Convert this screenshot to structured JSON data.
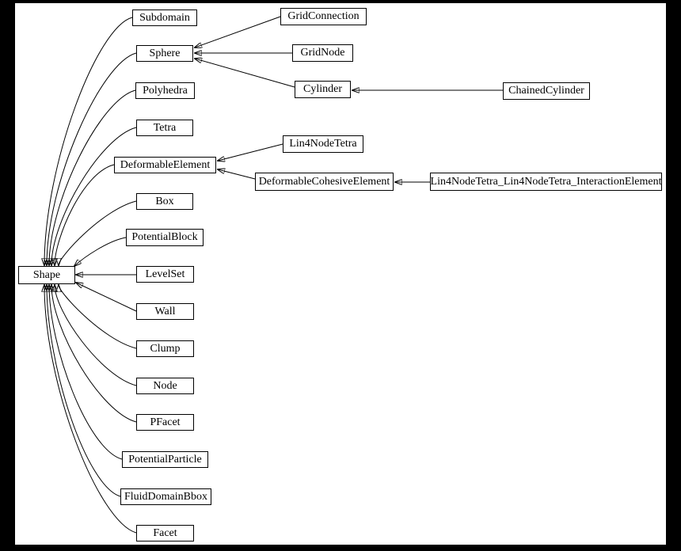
{
  "diagram": {
    "kind": "class-inheritance-graph",
    "colors": {
      "page_background": "#000000",
      "canvas_background": "#ffffff",
      "node_border": "#000000",
      "node_fill": "#ffffff",
      "edge_stroke": "#000000",
      "text": "#000000"
    },
    "nodes": [
      {
        "id": "shape",
        "label": "Shape"
      },
      {
        "id": "subdomain",
        "label": "Subdomain"
      },
      {
        "id": "sphere",
        "label": "Sphere"
      },
      {
        "id": "polyhedra",
        "label": "Polyhedra"
      },
      {
        "id": "tetra",
        "label": "Tetra"
      },
      {
        "id": "deformable-element",
        "label": "DeformableElement"
      },
      {
        "id": "box",
        "label": "Box"
      },
      {
        "id": "potential-block",
        "label": "PotentialBlock"
      },
      {
        "id": "levelset",
        "label": "LevelSet"
      },
      {
        "id": "wall",
        "label": "Wall"
      },
      {
        "id": "clump",
        "label": "Clump"
      },
      {
        "id": "node",
        "label": "Node"
      },
      {
        "id": "pfacet",
        "label": "PFacet"
      },
      {
        "id": "potential-particle",
        "label": "PotentialParticle"
      },
      {
        "id": "fluid-domain-bbox",
        "label": "FluidDomainBbox"
      },
      {
        "id": "facet",
        "label": "Facet"
      },
      {
        "id": "grid-connection",
        "label": "GridConnection"
      },
      {
        "id": "grid-node",
        "label": "GridNode"
      },
      {
        "id": "cylinder",
        "label": "Cylinder"
      },
      {
        "id": "chained-cylinder",
        "label": "ChainedCylinder"
      },
      {
        "id": "lin4nodetetra",
        "label": "Lin4NodeTetra"
      },
      {
        "id": "deformable-cohesive-element",
        "label": "DeformableCohesiveElement"
      },
      {
        "id": "lin4nodetetra-interaction",
        "label": "Lin4NodeTetra_Lin4NodeTetra_InteractionElement"
      }
    ],
    "edges": [
      {
        "from": "Subdomain",
        "to": "Shape"
      },
      {
        "from": "Sphere",
        "to": "Shape"
      },
      {
        "from": "Polyhedra",
        "to": "Shape"
      },
      {
        "from": "Tetra",
        "to": "Shape"
      },
      {
        "from": "DeformableElement",
        "to": "Shape"
      },
      {
        "from": "Box",
        "to": "Shape"
      },
      {
        "from": "PotentialBlock",
        "to": "Shape"
      },
      {
        "from": "LevelSet",
        "to": "Shape"
      },
      {
        "from": "Wall",
        "to": "Shape"
      },
      {
        "from": "Clump",
        "to": "Shape"
      },
      {
        "from": "Node",
        "to": "Shape"
      },
      {
        "from": "PFacet",
        "to": "Shape"
      },
      {
        "from": "PotentialParticle",
        "to": "Shape"
      },
      {
        "from": "FluidDomainBbox",
        "to": "Shape"
      },
      {
        "from": "Facet",
        "to": "Shape"
      },
      {
        "from": "GridConnection",
        "to": "Sphere"
      },
      {
        "from": "GridNode",
        "to": "Sphere"
      },
      {
        "from": "Cylinder",
        "to": "Sphere"
      },
      {
        "from": "ChainedCylinder",
        "to": "Cylinder"
      },
      {
        "from": "Lin4NodeTetra",
        "to": "DeformableElement"
      },
      {
        "from": "DeformableCohesiveElement",
        "to": "DeformableElement"
      },
      {
        "from": "Lin4NodeTetra_Lin4NodeTetra_InteractionElement",
        "to": "DeformableCohesiveElement"
      }
    ]
  }
}
